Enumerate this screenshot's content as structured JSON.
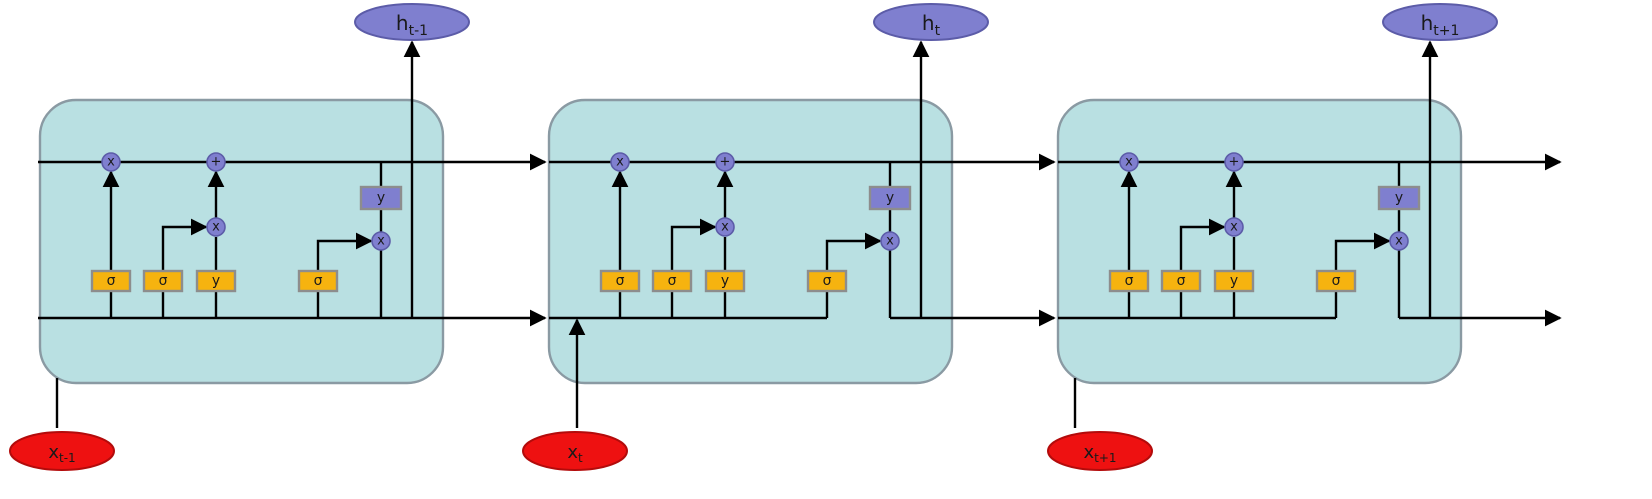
{
  "gate_labels": {
    "multiply": "x",
    "add": "+",
    "sigmoid": "σ",
    "tanh": "y"
  },
  "cells": [
    {
      "output": {
        "base": "h",
        "sub": "t-1"
      },
      "input": {
        "base": "x",
        "sub": "t-1"
      }
    },
    {
      "output": {
        "base": "h",
        "sub": "t"
      },
      "input": {
        "base": "x",
        "sub": "t"
      }
    },
    {
      "output": {
        "base": "h",
        "sub": "t+1"
      },
      "input": {
        "base": "x",
        "sub": "t+1"
      }
    }
  ],
  "colors": {
    "cell_fill": "#b9e0e2",
    "gate_fill": "#7f7fcf",
    "sigmoid_fill": "#f6b30f",
    "input_fill": "#ee1111",
    "line": "#000000"
  }
}
